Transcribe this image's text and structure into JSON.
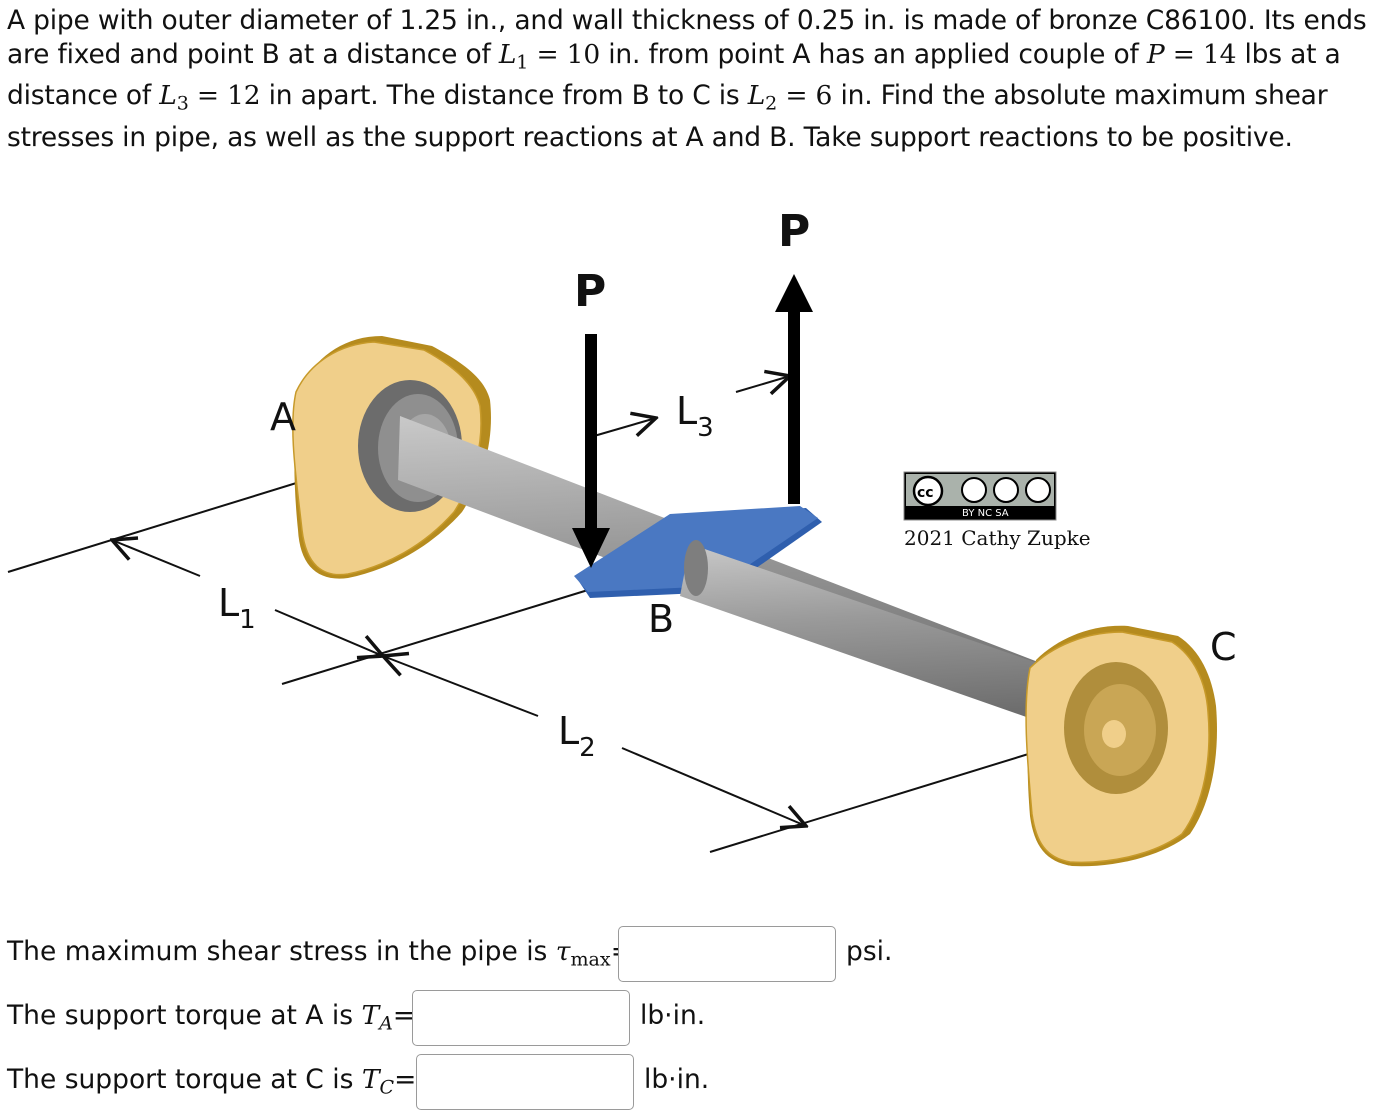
{
  "problem": {
    "t1": "A pipe with outer diameter of 1.25 in., and wall thickness of 0.25 in. is made of bronze C86100. Its ends are fixed and point B at a distance of ",
    "L1_sym": "L",
    "L1_sub": "1",
    "L1_val": " = 10",
    "t2": " in. from point A has an applied couple of ",
    "P_sym": "P",
    "P_val": " = 14",
    "t3": " lbs at a distance of ",
    "L3_sym": "L",
    "L3_sub": "3",
    "L3_val": " = 12",
    "t4": " in apart. The distance from B to C is ",
    "L2_sym": "L",
    "L2_sub": "2",
    "L2_val": " = 6",
    "t5": " in. Find the absolute maximum shear stresses in pipe, as well as the support reactions at A and B. Take support reactions to be positive."
  },
  "figure": {
    "label_A": "A",
    "label_B": "B",
    "label_C": "C",
    "label_P_left": "P",
    "label_P_right": "P",
    "label_L1": "L",
    "label_L1_sub": "1",
    "label_L2": "L",
    "label_L2_sub": "2",
    "label_L3": "L",
    "label_L3_sub": "3",
    "license_cc": "cc",
    "license_terms": "BY  NC  SA",
    "credit": "2021 Cathy Zupke",
    "colors": {
      "support": "#f0cf8a",
      "support_edge": "#b58b1e",
      "pipe": "#8c8c8c",
      "lever": "#4a78c2"
    }
  },
  "questions": {
    "q1_text": "The maximum shear stress in the pipe is ",
    "q1_sym": "τ",
    "q1_sub": "max",
    "q1_eq": "=",
    "q1_value": "",
    "q1_unit": "psi.",
    "q2_text": "The support torque at A is ",
    "q2_sym": "T",
    "q2_sub": "A",
    "q2_eq": "=",
    "q2_value": "",
    "q2_unit": "lb·in.",
    "q3_text": "The support torque at C is ",
    "q3_sym": "T",
    "q3_sub": "C",
    "q3_eq": "=",
    "q3_value": "",
    "q3_unit": "lb·in."
  }
}
